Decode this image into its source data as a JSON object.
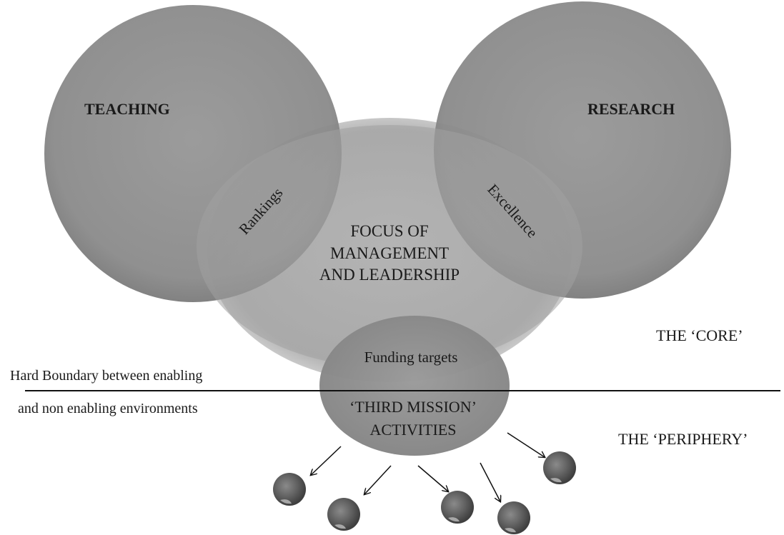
{
  "labels": {
    "teaching": "TEACHING",
    "research": "RESEARCH",
    "rankings": "Rankings",
    "excellence": "Excellence",
    "focus_line1": "FOCUS OF",
    "focus_line2": "MANAGEMENT",
    "focus_line3": "AND LEADERSHIP",
    "funding_targets": "Funding targets",
    "third_mission_line1": "‘THIRD MISSION’",
    "third_mission_line2": "ACTIVITIES",
    "core": "THE ‘CORE’",
    "periphery": "THE ‘PERIPHERY’",
    "boundary_line1": "Hard Boundary between enabling",
    "boundary_line2": "and non enabling environments"
  },
  "colors": {
    "circle": "#8c8c8c",
    "focus_outer": "#b8b8b8",
    "focus_inner": "#a9a9a9",
    "small_ball": "#6a6a6a",
    "line": "#111111"
  }
}
